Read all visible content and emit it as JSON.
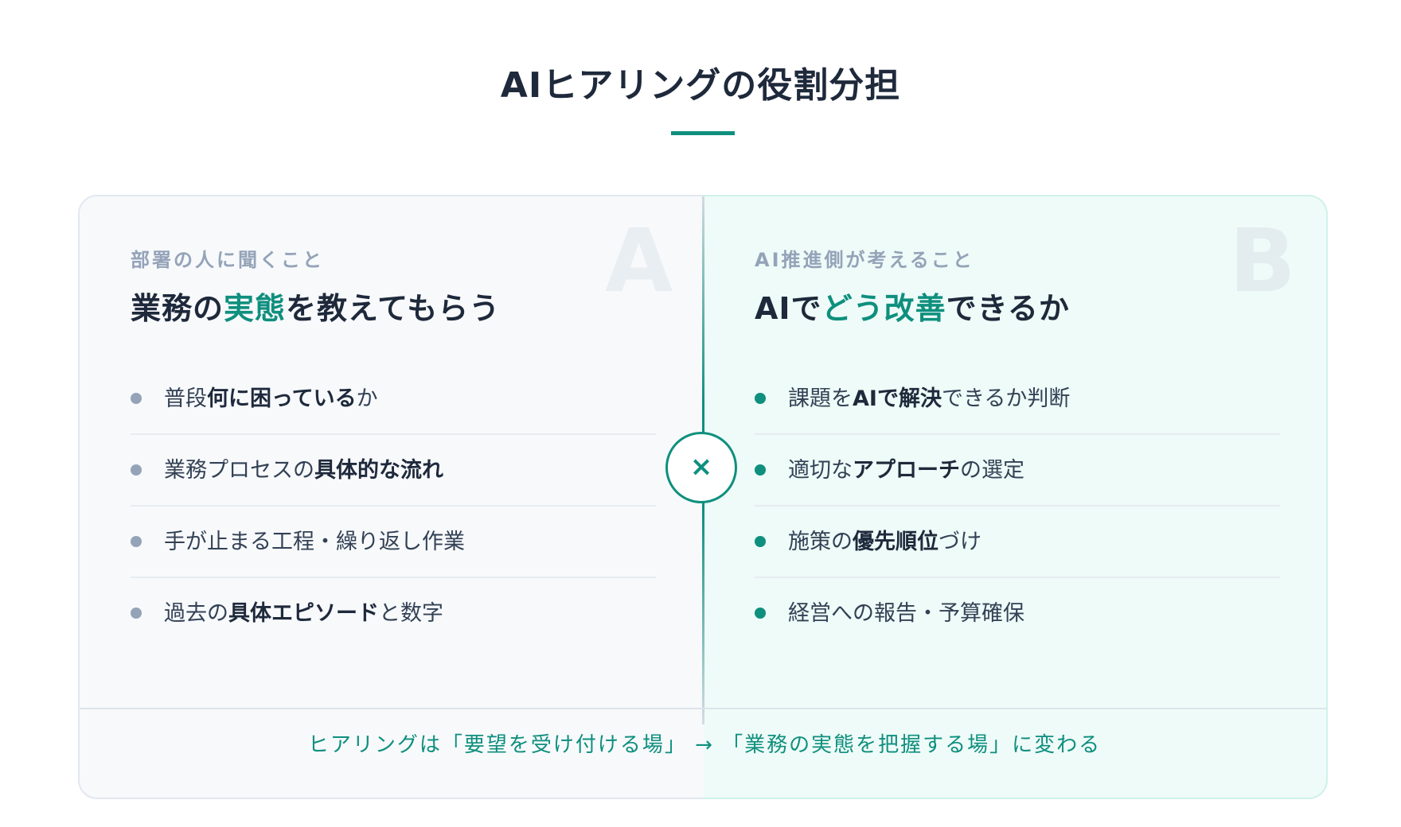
{
  "title": "AIヒアリングの役割分担",
  "colors": {
    "accent": "#0f8f7e",
    "text": "#1e293b",
    "muted": "#94a3b8"
  },
  "panel_a": {
    "letter": "A",
    "kicker": "部署の人に聞くこと",
    "heading_pre": "業務の",
    "heading_accent": "実態",
    "heading_post": "を教えてもらう",
    "items": [
      {
        "pre": "普段",
        "bold": "何に困っている",
        "post": "か"
      },
      {
        "pre": "業務プロセスの",
        "bold": "具体的な流れ",
        "post": ""
      },
      {
        "pre": "手が止まる工程・繰り返し作業",
        "bold": "",
        "post": ""
      },
      {
        "pre": "過去の",
        "bold": "具体エピソード",
        "post": "と数字"
      }
    ]
  },
  "panel_b": {
    "letter": "B",
    "kicker": "AI推進側が考えること",
    "heading_pre": "AIで",
    "heading_accent": "どう改善",
    "heading_post": "できるか",
    "items": [
      {
        "pre": "課題を",
        "bold": "AIで解決",
        "post": "できるか判断"
      },
      {
        "pre": "適切な",
        "bold": "アプローチ",
        "post": "の選定"
      },
      {
        "pre": "施策の",
        "bold": "優先順位",
        "post": "づけ"
      },
      {
        "pre": "経営への報告・予算確保",
        "bold": "",
        "post": ""
      }
    ]
  },
  "vs_symbol": "×",
  "footer": "ヒアリングは「要望を受け付ける場」 → 「業務の実態を把握する場」に変わる"
}
